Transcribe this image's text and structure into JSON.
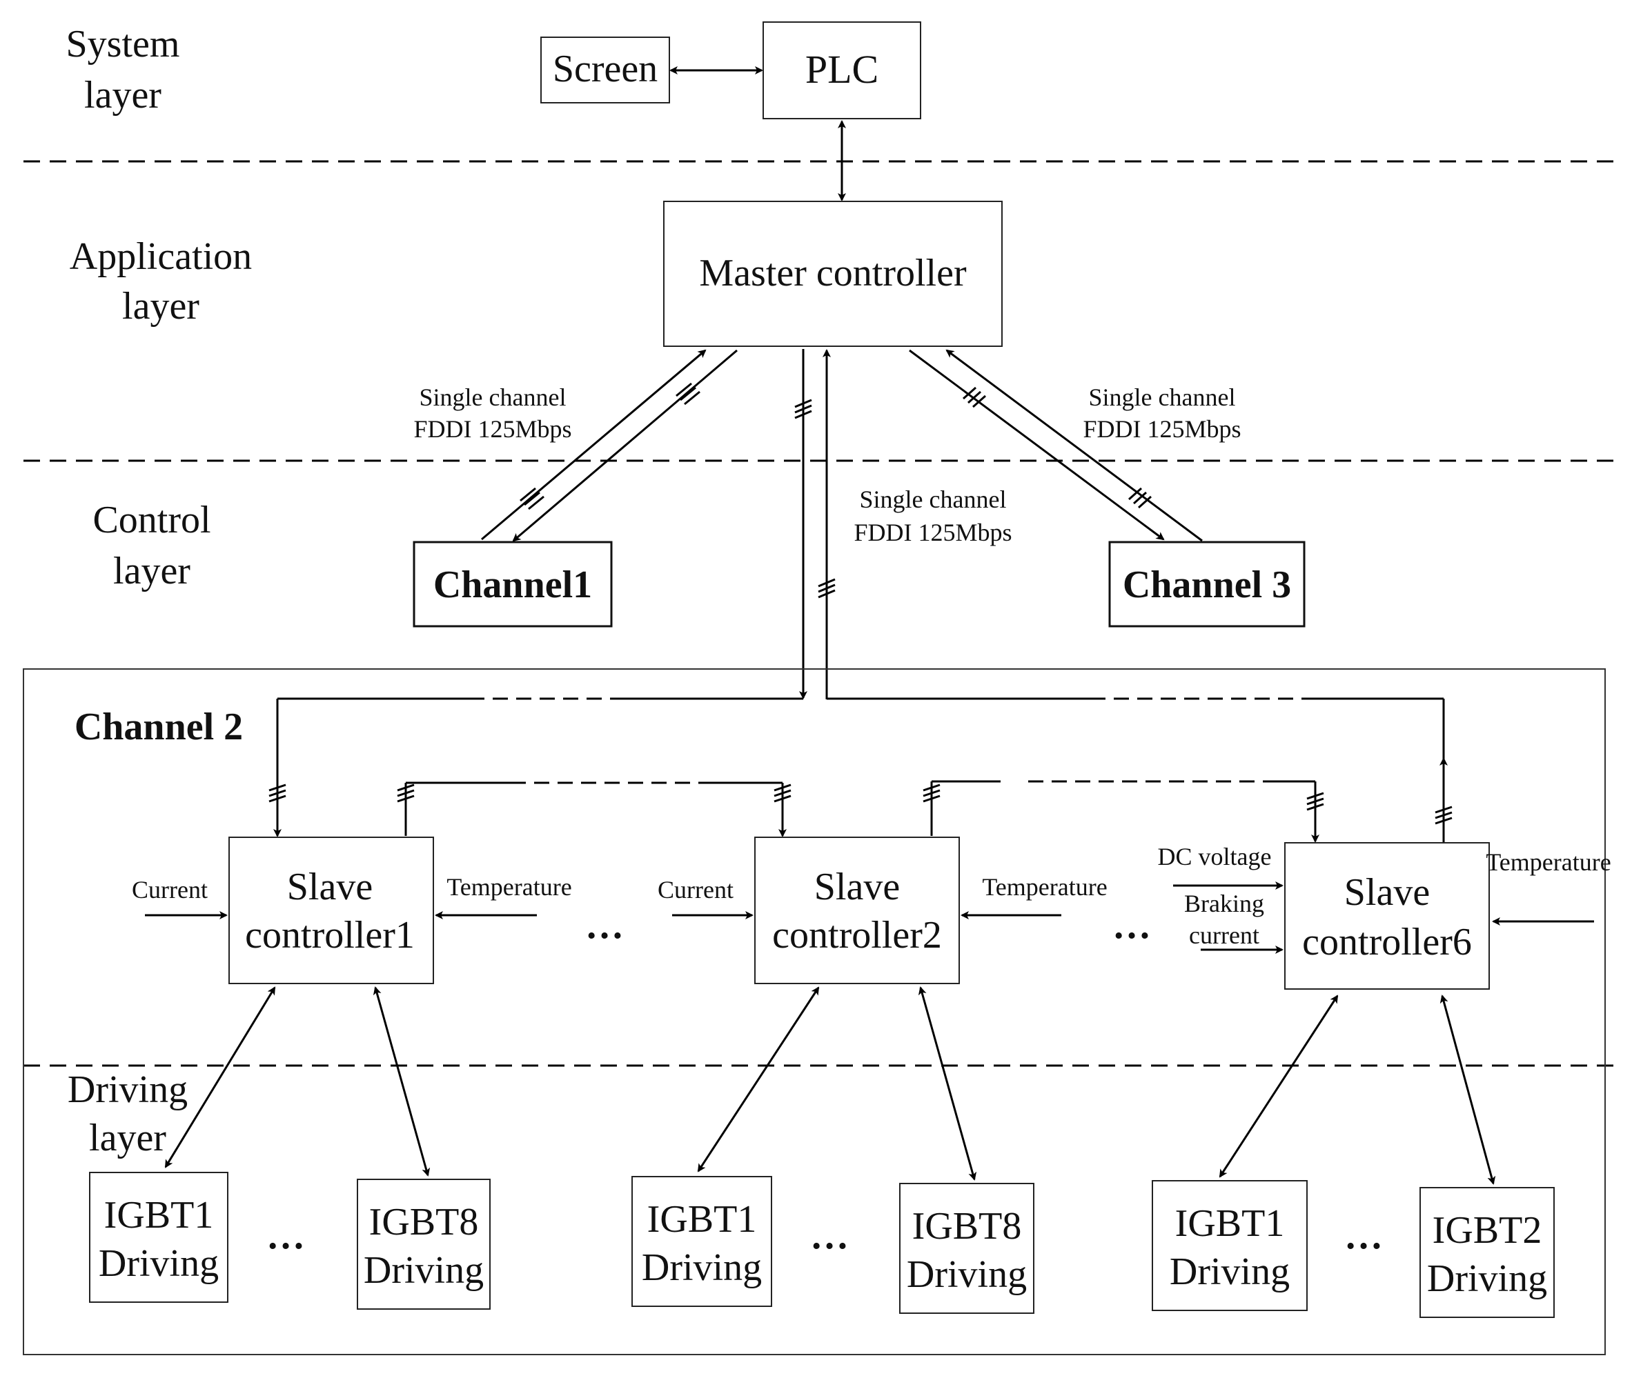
{
  "layers": {
    "system": [
      "System",
      "layer"
    ],
    "application": [
      "Application",
      "layer"
    ],
    "control": [
      "Control",
      "layer"
    ],
    "driving": [
      "Driving",
      "layer"
    ]
  },
  "nodes": {
    "screen": "Screen",
    "plc": "PLC",
    "master": "Master controller",
    "channel1": "Channel1",
    "channel3": "Channel 3",
    "channel2": "Channel 2"
  },
  "links": {
    "left": [
      "Single channel",
      "FDDI 125Mbps"
    ],
    "right": [
      "Single channel",
      "FDDI 125Mbps"
    ],
    "center": [
      "Single channel",
      "FDDI 125Mbps"
    ]
  },
  "slaves": [
    {
      "label": [
        "Slave",
        "controller1"
      ],
      "input_left": "Current",
      "input_right": "Temperature"
    },
    {
      "label": [
        "Slave",
        "controller2"
      ],
      "input_left": "Current",
      "input_right": "Temperature"
    },
    {
      "label": [
        "Slave",
        "controller6"
      ],
      "input_left_1": "DC voltage",
      "input_left_2": [
        "Braking",
        "current"
      ],
      "input_right": "Temperature"
    }
  ],
  "drivers": [
    [
      "IGBT1",
      "Driving"
    ],
    [
      "IGBT8",
      "Driving"
    ],
    [
      "IGBT1",
      "Driving"
    ],
    [
      "IGBT8",
      "Driving"
    ],
    [
      "IGBT1",
      "Driving"
    ],
    [
      "IGBT2",
      "Driving"
    ]
  ],
  "ellipsis": "…"
}
